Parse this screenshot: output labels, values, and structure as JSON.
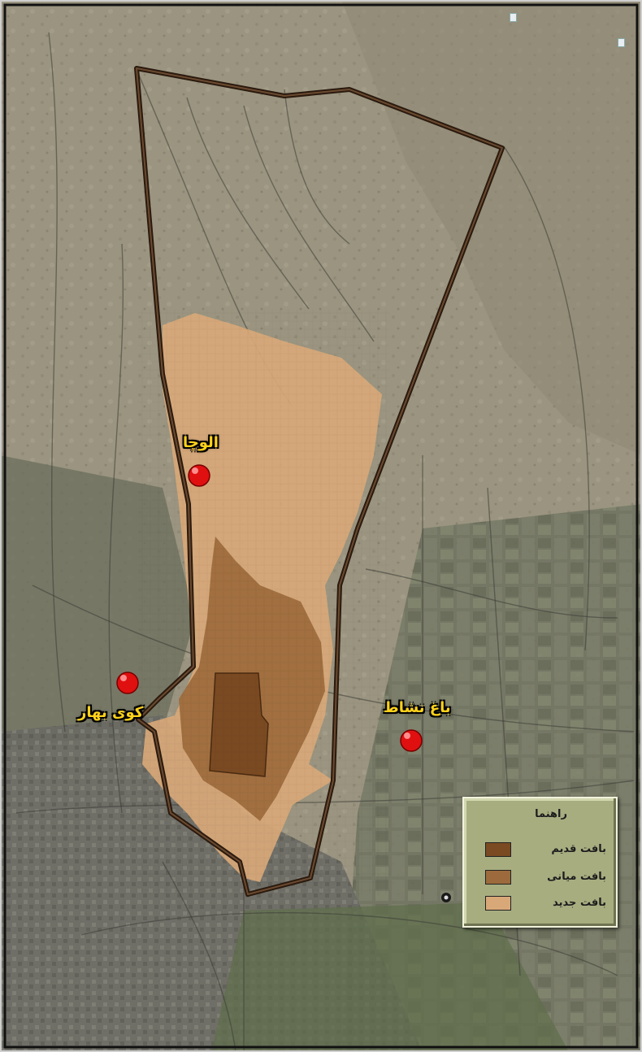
{
  "places": [
    {
      "id": "alucha",
      "label": "الوچا"
    },
    {
      "id": "kuy-bahar",
      "label": "کوی بهار"
    },
    {
      "id": "bagh-neshat",
      "label": "باغ نشاط"
    }
  ],
  "legend": {
    "title": "راهنما",
    "items": [
      {
        "label": "بافت قدیم",
        "color": "#7a4a22"
      },
      {
        "label": "بافت میانی",
        "color": "#9c6a3c"
      },
      {
        "label": "بافت جدید",
        "color": "#d8a878"
      }
    ]
  },
  "colors": {
    "boundary": "#2a1a0e",
    "marker": "#e01010",
    "label_text": "#ffd21a"
  },
  "icons": [
    "map-pin-icon",
    "compass-icon",
    "small-square-icon"
  ]
}
